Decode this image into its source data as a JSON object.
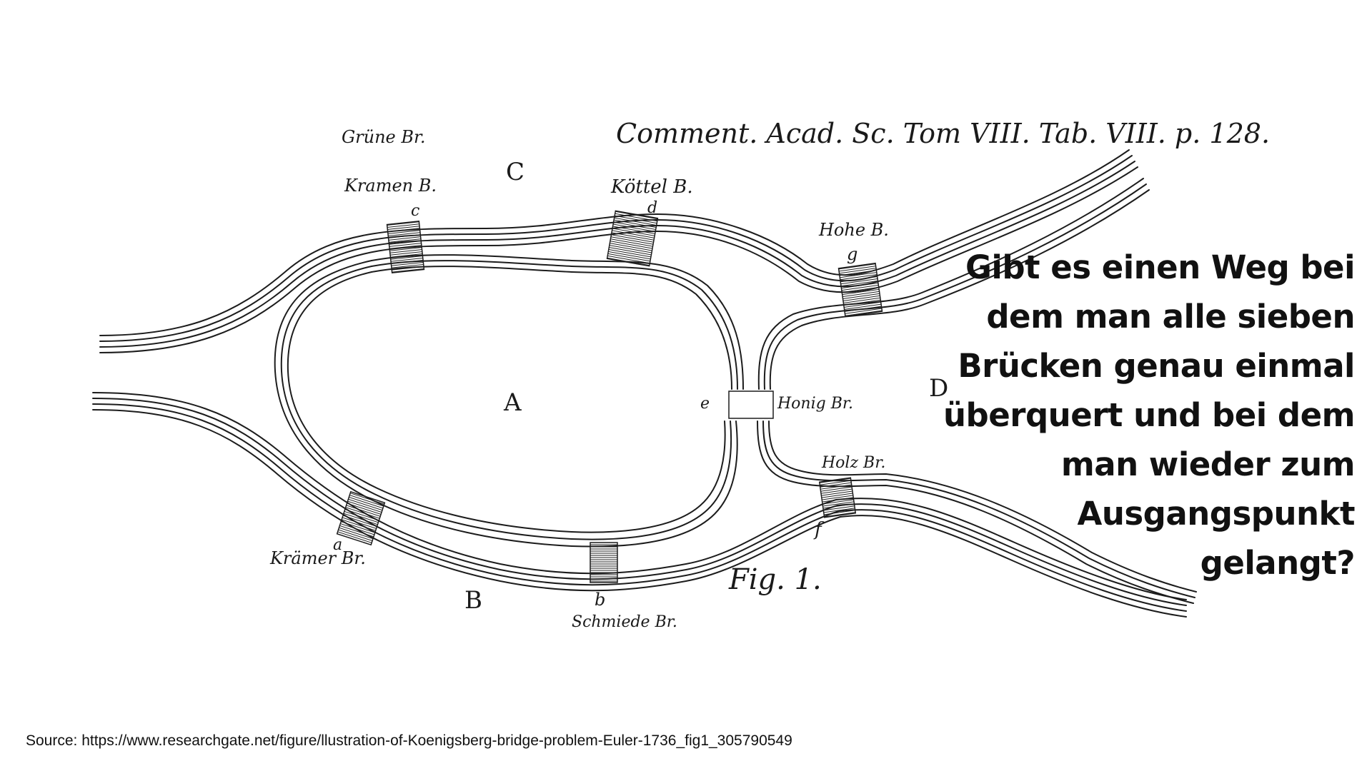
{
  "figure": {
    "header": "Comment. Acad. Sc. Tom VIII. Tab. VIII. p. 128.",
    "fig_label": "Fig. 1.",
    "regions": {
      "A": "A",
      "B": "B",
      "C": "C",
      "D": "D"
    },
    "bridges": {
      "a": {
        "letter": "a",
        "name": "Krämer Br."
      },
      "b": {
        "letter": "b",
        "name": "Schmiede Br."
      },
      "c": {
        "letter": "c",
        "name_line1": "Grüne Br.",
        "name_line2": "Kramen B."
      },
      "d": {
        "letter": "d",
        "name": "Köttel B."
      },
      "e": {
        "letter": "e",
        "name": "Honig Br."
      },
      "f": {
        "letter": "f",
        "name": "Holz Br."
      },
      "g": {
        "letter": "g",
        "name": "Hohe B."
      }
    }
  },
  "question": "Gibt es einen Weg bei dem man alle sieben Brücken genau einmal überquert und bei dem man wieder zum Ausgangspunkt gelangt?",
  "source": "Source: https://www.researchgate.net/figure/llustration-of-Koenigsberg-bridge-problem-Euler-1736_fig1_305790549"
}
